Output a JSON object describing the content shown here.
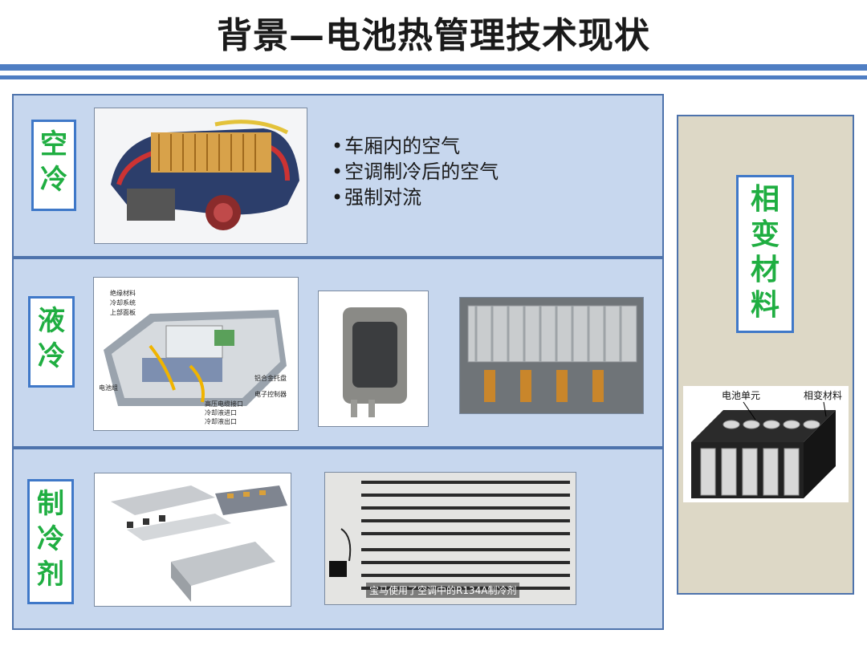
{
  "page": {
    "title": "背景—电池热管理技术现状",
    "colors": {
      "accent": "#4f7ec3",
      "panel_bg": "#c7d7ee",
      "label_text": "#1fae41",
      "side_bg": "#ddd8c6"
    }
  },
  "sections": [
    {
      "label_chars": [
        "空",
        "冷"
      ],
      "bullets": [
        "车厢内的空气",
        "空调制冷后的空气",
        "强制对流"
      ]
    },
    {
      "label_chars": [
        "液",
        "冷"
      ],
      "diagram_labels": [
        "绝缘材料",
        "冷却系统",
        "上部面板",
        "电池组",
        "铝合金托盘",
        "电子控制器",
        "高压电缆接口",
        "冷却液进口",
        "冷却液出口"
      ]
    },
    {
      "label_chars": [
        "制",
        "冷",
        "剂"
      ],
      "photo_caption": "宝马使用了空调中的R134A制冷剂"
    }
  ],
  "side": {
    "label_chars": [
      "相",
      "变",
      "材",
      "料"
    ],
    "diagram_labels": {
      "cell": "电池单元",
      "material": "相变材料"
    }
  }
}
